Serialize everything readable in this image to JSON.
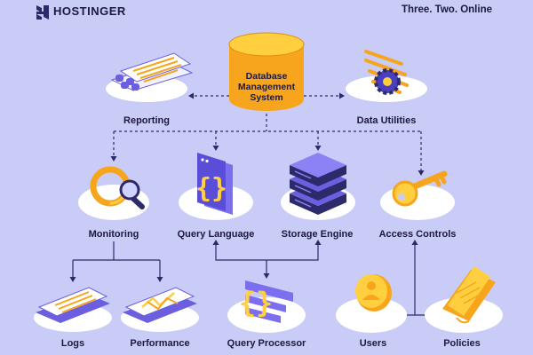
{
  "brand": {
    "name": "HOSTINGER",
    "tagline": "Three. Two. Online"
  },
  "central": {
    "line1": "Database",
    "line2": "Management",
    "line3": "System"
  },
  "nodes": {
    "reporting": "Reporting",
    "data_utilities": "Data Utilities",
    "monitoring": "Monitoring",
    "query_language": "Query Language",
    "storage_engine": "Storage Engine",
    "access_controls": "Access Controls",
    "logs": "Logs",
    "performance": "Performance",
    "query_processor": "Query Processor",
    "users": "Users",
    "policies": "Policies"
  },
  "colors": {
    "background": "#c9ccf6",
    "navy": "#2d2a6b",
    "purple": "#6b5fe0",
    "orange": "#f7a51d",
    "yellow": "#ffcf3f",
    "platform": "#ffffff"
  }
}
